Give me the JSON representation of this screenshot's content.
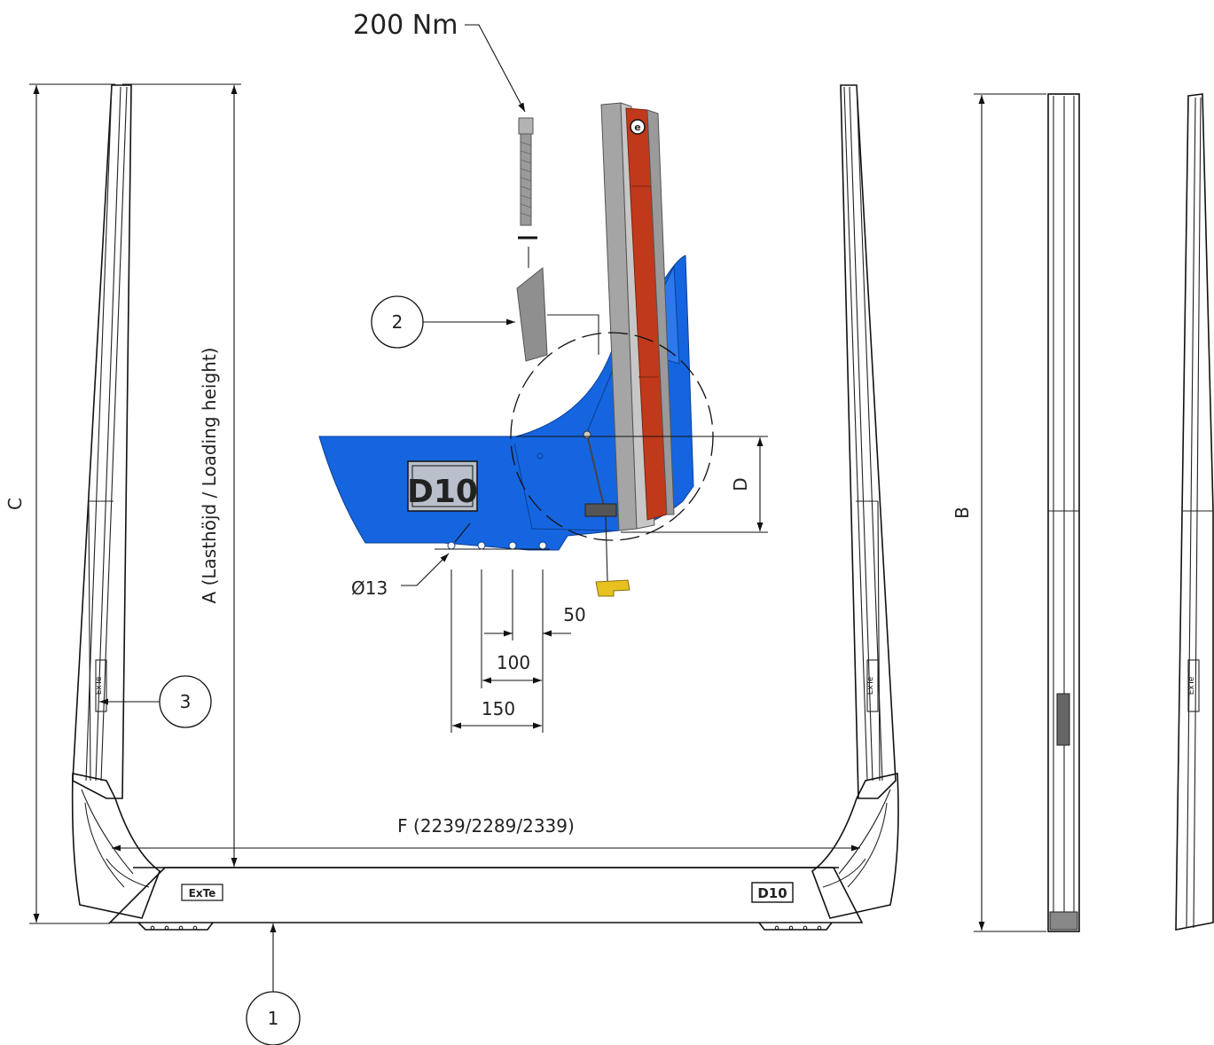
{
  "torque_label": "200 Nm",
  "dimensions": {
    "a_label": "A (Lasthöjd / Loading height)",
    "b_label": "B",
    "c_label": "C",
    "d_label": "D",
    "f_label": "F (2239/2289/2339)",
    "hole_diameter": "Ø13",
    "spacing_50": "50",
    "spacing_100": "100",
    "spacing_150": "150"
  },
  "callouts": {
    "one": "1",
    "two": "2",
    "three": "3"
  },
  "brand": {
    "model_plate": "D10",
    "logo": "ExTe"
  },
  "colors": {
    "part_blue": "#1565e0",
    "stripe_red": "#c0391b",
    "bolt_gray": "#9a9a9a",
    "plug_yellow": "#e8c020"
  }
}
